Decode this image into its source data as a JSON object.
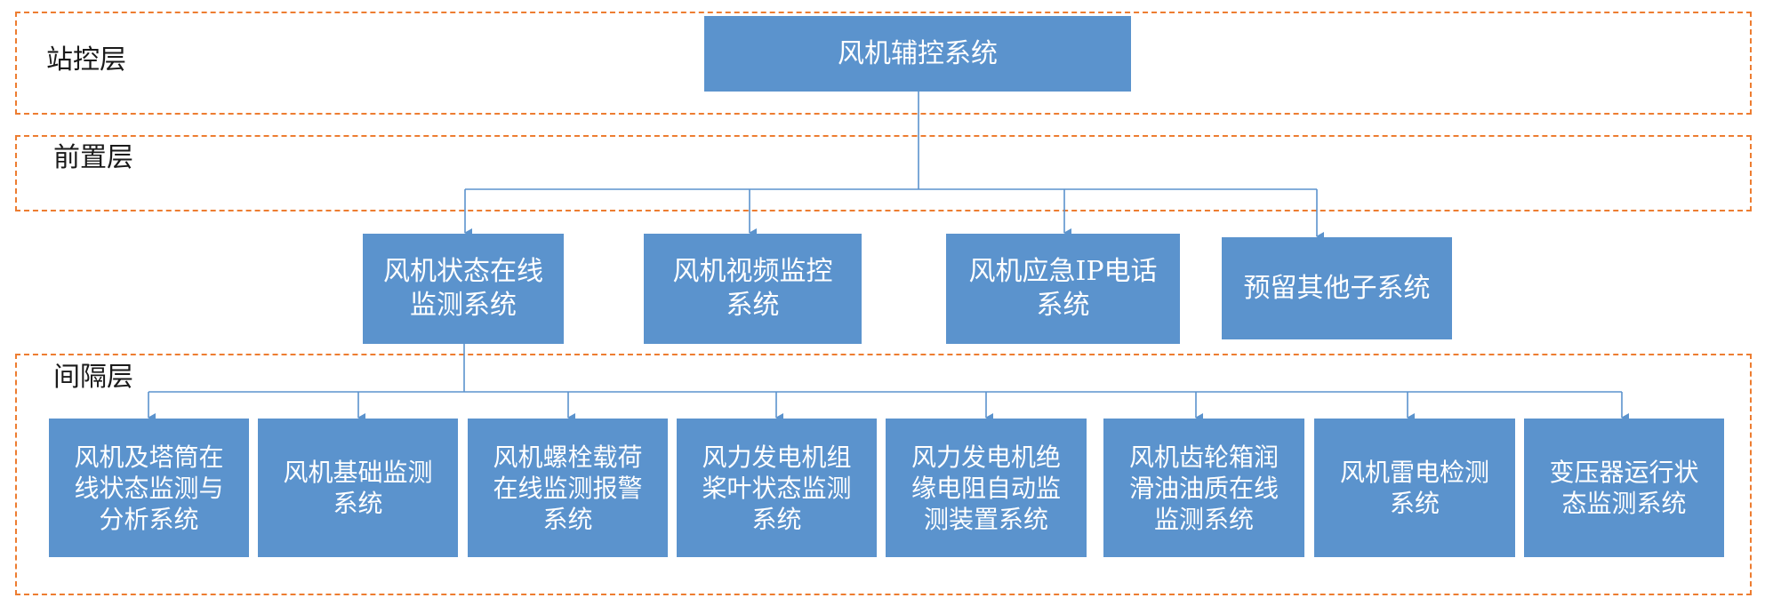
{
  "layers": {
    "station": "站控层",
    "front": "前置层",
    "bay": "间隔层"
  },
  "root": {
    "lines": [
      "风机辅控系统"
    ]
  },
  "subsystems": [
    {
      "lines": [
        "风机状态在线",
        "监测系统"
      ]
    },
    {
      "lines": [
        "风机视频监控",
        "系统"
      ]
    },
    {
      "lines": [
        "风机应急IP电话",
        "系统"
      ]
    },
    {
      "lines": [
        "预留其他子系统"
      ]
    }
  ],
  "bay_systems": [
    {
      "lines": [
        "风机及塔筒在",
        "线状态监测与",
        "分析系统"
      ]
    },
    {
      "lines": [
        "风机基础监测",
        "系统"
      ]
    },
    {
      "lines": [
        "风机螺栓载荷",
        "在线监测报警",
        "系统"
      ]
    },
    {
      "lines": [
        "风力发电机组",
        "桨叶状态监测",
        "系统"
      ]
    },
    {
      "lines": [
        "风力发电机绝",
        "缘电阻自动监",
        "测装置系统"
      ]
    },
    {
      "lines": [
        "风机齿轮箱润",
        "滑油油质在线",
        "监测系统"
      ]
    },
    {
      "lines": [
        "风机雷电检测",
        "系统"
      ]
    },
    {
      "lines": [
        "变压器运行状",
        "态监测系统"
      ]
    }
  ],
  "colors": {
    "node_fill": "#5b93cd",
    "connector": "#5b93cd",
    "layer_border": "#ed7d31"
  }
}
